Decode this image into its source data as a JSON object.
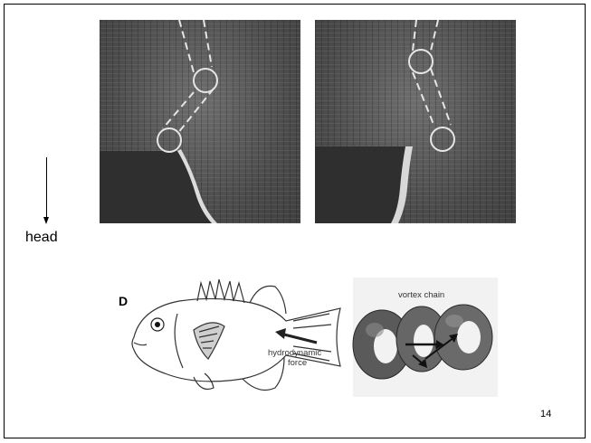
{
  "slide": {
    "orientation_label": "head",
    "page_number": "14"
  },
  "figure_d": {
    "panel_letter": "D",
    "vortex_label": "vortex chain",
    "force_label_line1": "hydrodynamic",
    "force_label_line2": "force"
  }
}
